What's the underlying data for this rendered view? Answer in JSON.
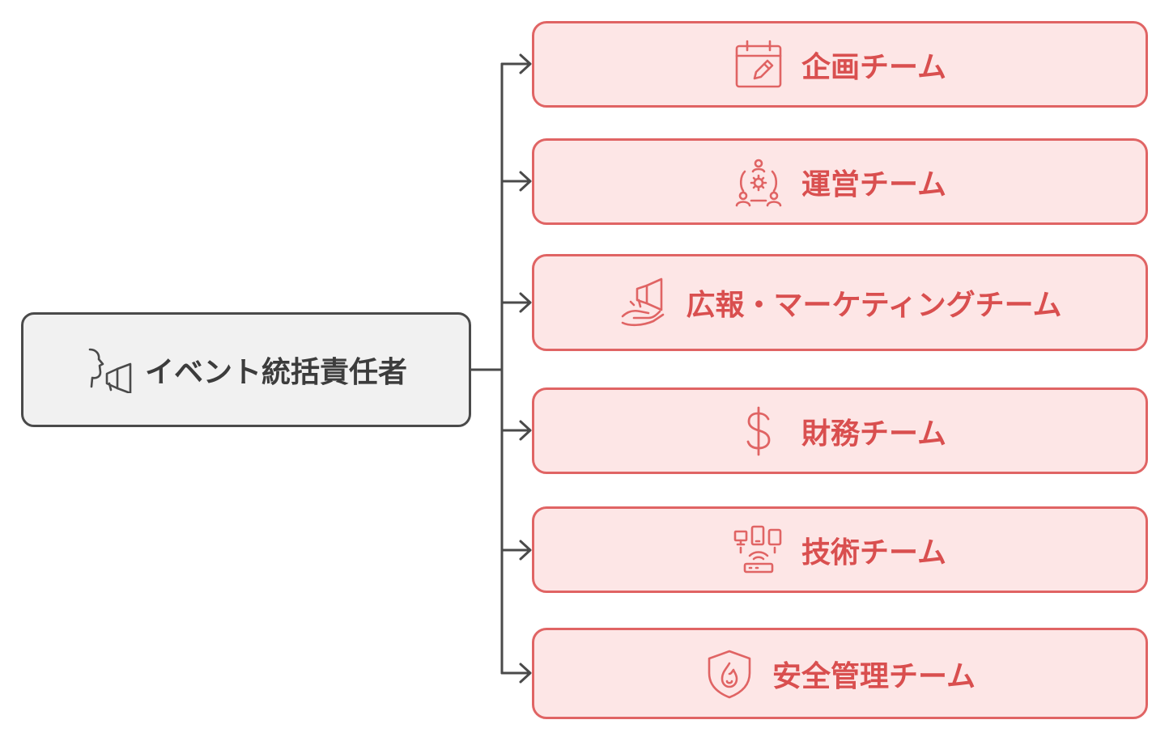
{
  "root": {
    "label": "イベント統括責任者",
    "icon": "megaphone-speaker-icon"
  },
  "teams": [
    {
      "label": "企画チーム",
      "icon": "calendar-edit-icon"
    },
    {
      "label": "運営チーム",
      "icon": "team-gear-icon"
    },
    {
      "label": "広報・マーケティングチーム",
      "icon": "hand-megaphone-icon"
    },
    {
      "label": "財務チーム",
      "icon": "dollar-icon"
    },
    {
      "label": "技術チーム",
      "icon": "devices-network-icon"
    },
    {
      "label": "安全管理チーム",
      "icon": "shield-fire-icon"
    }
  ],
  "colors": {
    "root_fill": "#f1f1f1",
    "root_stroke": "#4a4a4a",
    "root_text": "#3c3c3c",
    "team_fill": "#fde6e6",
    "team_stroke": "#e06464",
    "team_text": "#d94f4f",
    "connector": "#4a4a4a"
  }
}
